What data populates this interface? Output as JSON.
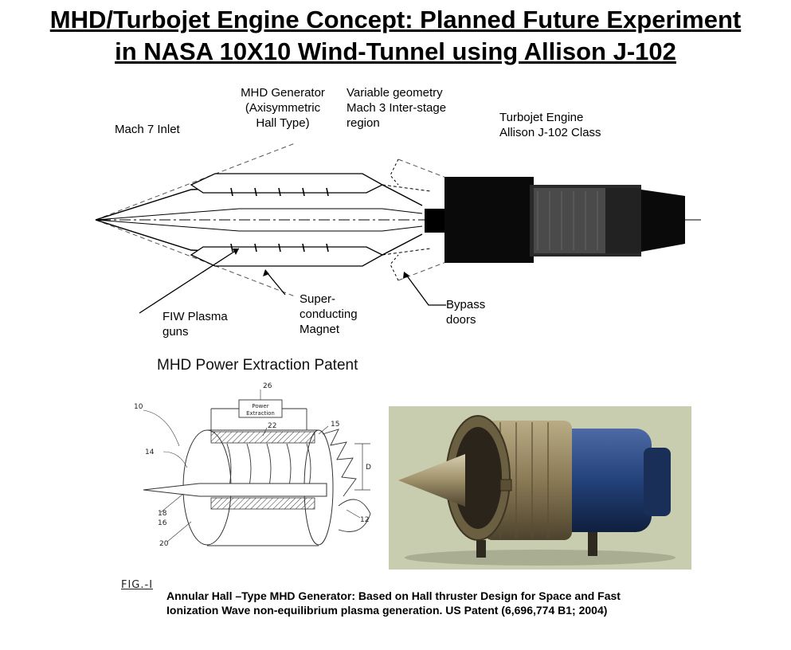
{
  "header": {
    "title_line1": "MHD/Turbojet Engine Concept: Planned Future Experiment",
    "title_line2": "in NASA 10X10 Wind-Tunnel using Allison J-102"
  },
  "diagram": {
    "labels": {
      "mach7_inlet": "Mach 7 Inlet",
      "mhd_gen_1": "MHD Generator",
      "mhd_gen_2": "(Axisymmetric",
      "mhd_gen_3": "Hall Type)",
      "var_geo_1": "Variable geometry",
      "var_geo_2": "Mach 3 Inter-stage",
      "var_geo_3": "region",
      "turbojet_1": "Turbojet Engine",
      "turbojet_2": "Allison J-102 Class",
      "fiw_1": "FIW Plasma",
      "fiw_2": "guns",
      "sc_1": "Super-",
      "sc_2": "conducting",
      "sc_3": "Magnet",
      "bypass_1": "Bypass",
      "bypass_2": "doors"
    }
  },
  "patent": {
    "section_title": "MHD Power Extraction Patent",
    "power_extraction_1": "Power",
    "power_extraction_2": "Extraction",
    "refs": {
      "r10": "10",
      "r12": "12",
      "r14": "14",
      "r15": "15",
      "r16": "16",
      "r18": "18",
      "r20": "20",
      "r22": "22",
      "r26": "26",
      "rD": "D"
    },
    "fig_label": "FIG.-I"
  },
  "caption": {
    "line1": "Annular Hall –Type MHD Generator: Based on Hall thruster Design for Space and Fast",
    "line2": "Ionization Wave non-equilibrium plasma generation. US Patent (6,696,774 B1; 2004)"
  },
  "colors": {
    "photo_bg": "#c8cdb0",
    "engine_blue": "#23417a",
    "engine_bronze": "#8a7a55"
  }
}
